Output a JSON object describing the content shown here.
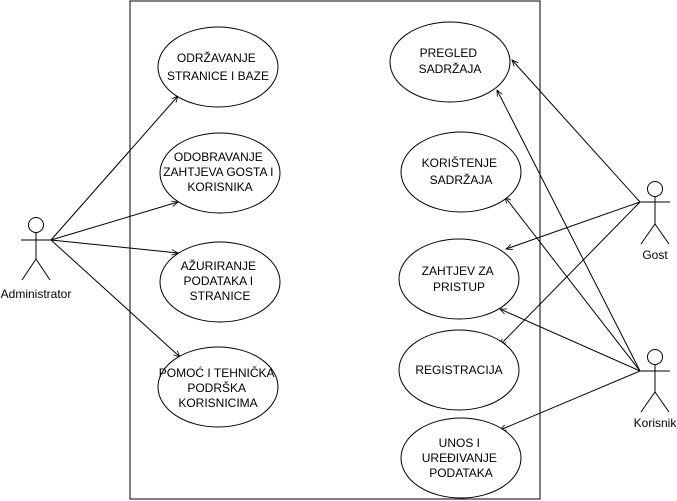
{
  "actors": {
    "administrator": "Administrator",
    "gost": "Gost",
    "korisnik": "Korisnik"
  },
  "use_cases": {
    "odrzavanje": [
      "ODRŽAVANJE",
      "STRANICE I BAZE"
    ],
    "odobravanje": [
      "ODOBRAVANJE",
      "ZAHTJEVA GOSTA I",
      "KORISNIKA"
    ],
    "azuriranje": [
      "AŽURIRANJE",
      "PODATAKA I",
      "STRANICE"
    ],
    "pomoc": [
      "POMOĆ I TEHNIČKA",
      "PODRŠKA",
      "KORISNICIMA"
    ],
    "pregled": [
      "PREGLED",
      "SADRŽAJA"
    ],
    "koristenje": [
      "KORIŠTENJE",
      "SADRŽAJA"
    ],
    "zahtjev": [
      "ZAHTJEV ZA",
      "PRISTUP"
    ],
    "registracija": [
      "REGISTRACIJA"
    ],
    "unos": [
      "UNOS I",
      "UREĐIVANJE",
      "PODATAKA"
    ]
  }
}
